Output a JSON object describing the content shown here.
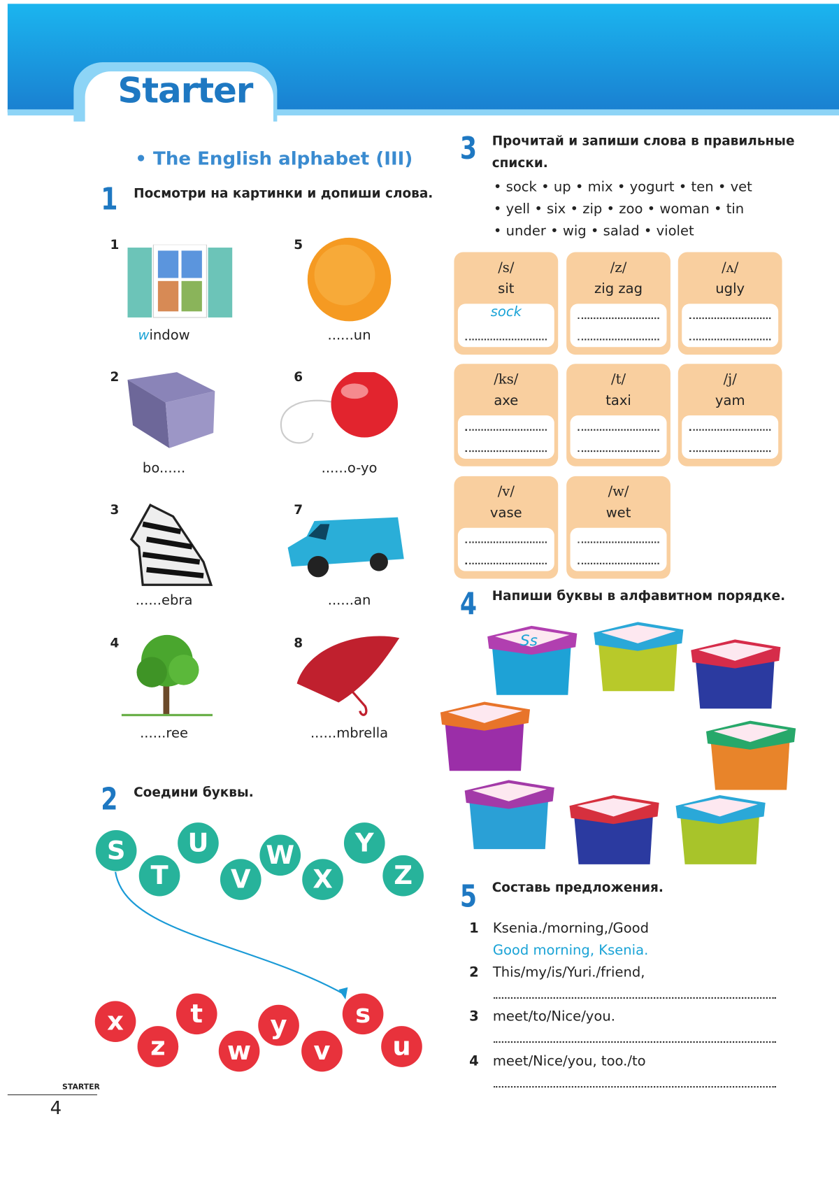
{
  "header": {
    "title": "Starter",
    "subtitle": "• The English alphabet (III)"
  },
  "ex1": {
    "number": "1",
    "instruction": "Посмотри на картинки и допиши слова.",
    "items": [
      {
        "n": "1",
        "prefix": "w",
        "label": "indow",
        "icon": "window-icon"
      },
      {
        "n": "2",
        "label": "bo......",
        "icon": "box-icon"
      },
      {
        "n": "3",
        "label": "......ebra",
        "icon": "zebra-icon"
      },
      {
        "n": "4",
        "label": "......ree",
        "icon": "tree-icon"
      },
      {
        "n": "5",
        "label": "......un",
        "icon": "sun-icon"
      },
      {
        "n": "6",
        "label": "......o-yo",
        "icon": "yoyo-icon"
      },
      {
        "n": "7",
        "label": "......an",
        "icon": "van-icon"
      },
      {
        "n": "8",
        "label": "......mbrella",
        "icon": "umbrella-icon"
      }
    ]
  },
  "ex2": {
    "number": "2",
    "instruction": "Соедини буквы.",
    "upper": [
      "S",
      "T",
      "U",
      "V",
      "W",
      "X",
      "Y",
      "Z"
    ],
    "lower": [
      "x",
      "z",
      "t",
      "w",
      "y",
      "v",
      "s",
      "u"
    ],
    "colors": {
      "upper": "#27b39b",
      "lower": "#e8323c"
    }
  },
  "ex3": {
    "number": "3",
    "instruction_line1": "Прочитай и запиши слова в правильные",
    "instruction_line2": "списки.",
    "word_lines": [
      "• sock  • up  • mix  • yogurt  • ten  • vet",
      "• yell  • six  • zip  • zoo  • woman  • tin",
      "• under  • wig  • salad  • violet"
    ],
    "cards": [
      {
        "sound": "/s/",
        "example": "sit",
        "answer": "sock"
      },
      {
        "sound": "/z/",
        "example": "zig zag"
      },
      {
        "sound": "/ʌ/",
        "example": "ugly"
      },
      {
        "sound": "/ks/",
        "example": "axe"
      },
      {
        "sound": "/t/",
        "example": "taxi"
      },
      {
        "sound": "/j/",
        "example": "yam"
      },
      {
        "sound": "/v/",
        "example": "vase"
      },
      {
        "sound": "/w/",
        "example": "wet"
      }
    ]
  },
  "ex4": {
    "number": "4",
    "instruction": "Напиши буквы в алфавитном порядке.",
    "first_answer": "Ss"
  },
  "ex5": {
    "number": "5",
    "instruction": "Составь предложения.",
    "items": [
      {
        "n": "1",
        "words": "Ksenia./morning,/Good",
        "answer": "Good morning, Ksenia."
      },
      {
        "n": "2",
        "words": "This/my/is/Yuri./friend,"
      },
      {
        "n": "3",
        "words": "meet/to/Nice/you."
      },
      {
        "n": "4",
        "words": "meet/Nice/you, too./to"
      }
    ]
  },
  "footer": {
    "section": "STARTER",
    "page": "4"
  }
}
